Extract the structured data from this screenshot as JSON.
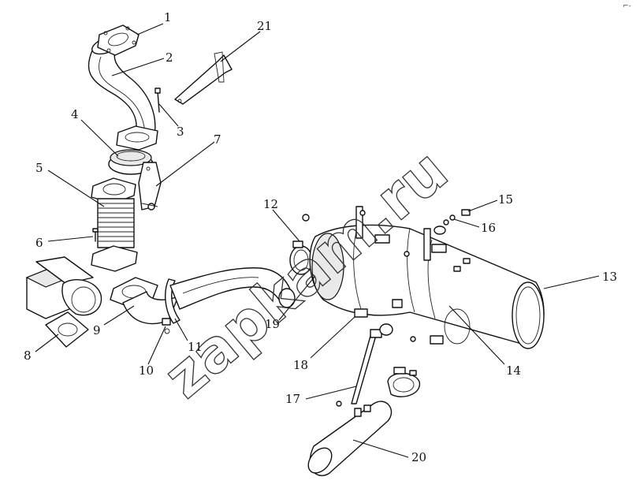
{
  "diagram": {
    "watermark": "zapkam.ru",
    "corner_mark": "⌐-",
    "callouts": [
      {
        "id": "1",
        "label": "1"
      },
      {
        "id": "2",
        "label": "2"
      },
      {
        "id": "3",
        "label": "3"
      },
      {
        "id": "4",
        "label": "4"
      },
      {
        "id": "5",
        "label": "5"
      },
      {
        "id": "6",
        "label": "6"
      },
      {
        "id": "7",
        "label": "7"
      },
      {
        "id": "8",
        "label": "8"
      },
      {
        "id": "9",
        "label": "9"
      },
      {
        "id": "10",
        "label": "10"
      },
      {
        "id": "11",
        "label": "11"
      },
      {
        "id": "12",
        "label": "12"
      },
      {
        "id": "13",
        "label": "13"
      },
      {
        "id": "14",
        "label": "14"
      },
      {
        "id": "15",
        "label": "15"
      },
      {
        "id": "16",
        "label": "16"
      },
      {
        "id": "17",
        "label": "17"
      },
      {
        "id": "18",
        "label": "18"
      },
      {
        "id": "19",
        "label": "19"
      },
      {
        "id": "20",
        "label": "20"
      },
      {
        "id": "21",
        "label": "21"
      }
    ]
  }
}
